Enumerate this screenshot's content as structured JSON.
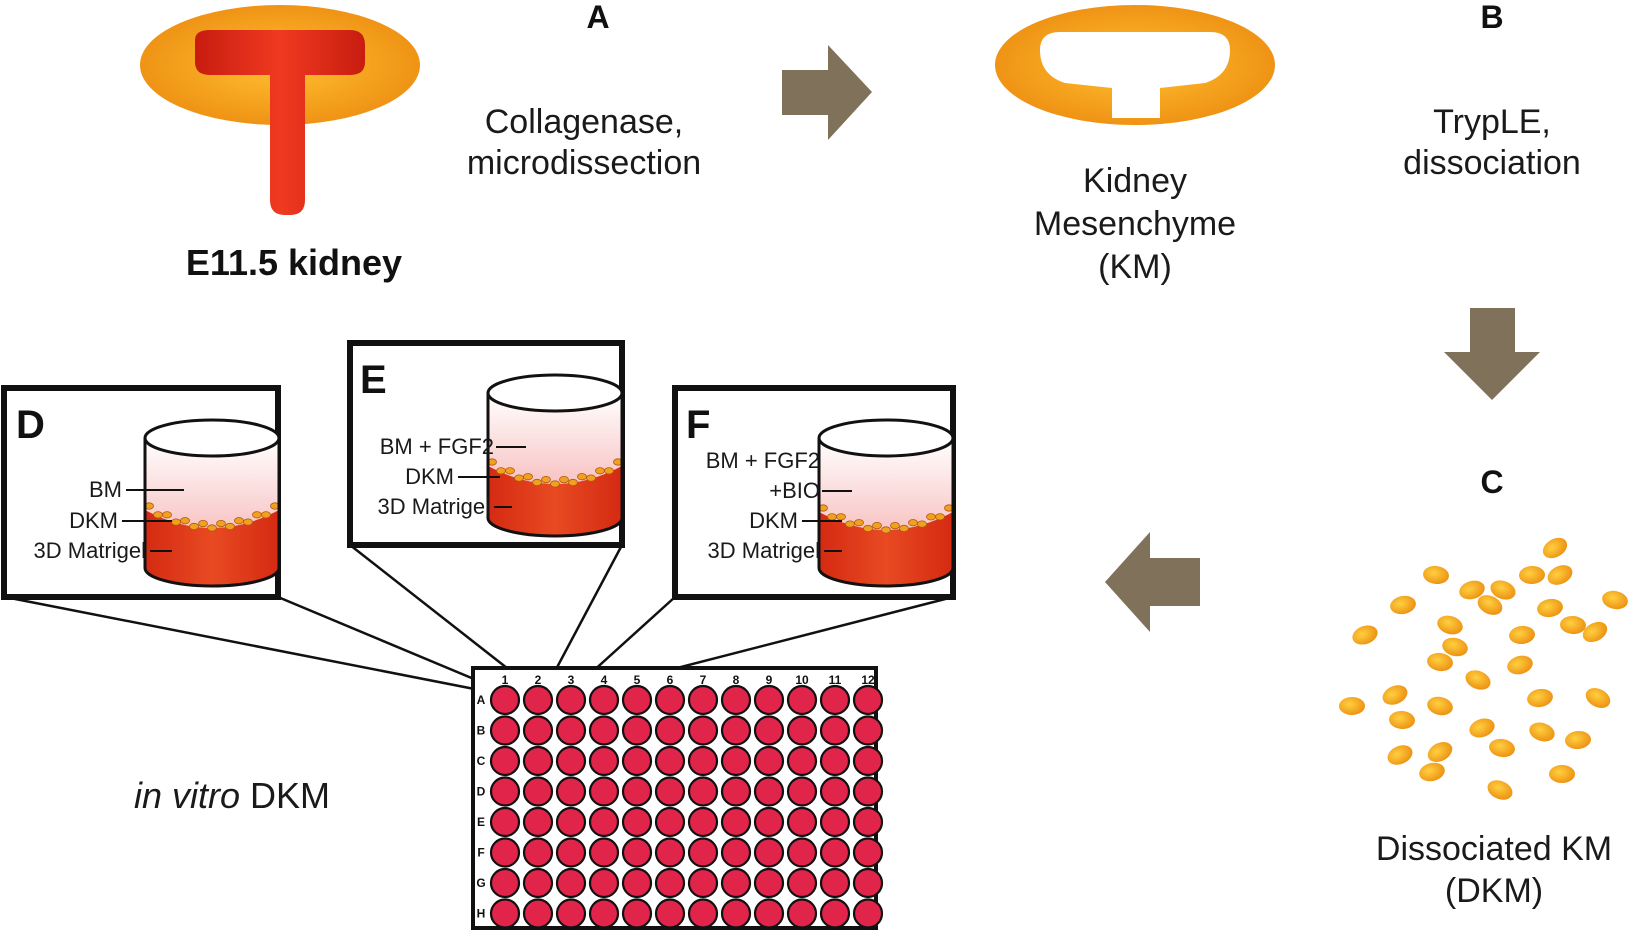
{
  "panels": {
    "A": {
      "letter": "A",
      "caption_line1": "Collagenase,",
      "caption_line2": "microdissection"
    },
    "B": {
      "letter": "B",
      "caption_line1": "TrypLE,",
      "caption_line2": "dissociation"
    },
    "C": {
      "letter": "C"
    },
    "D": {
      "letter": "D",
      "labels": [
        "BM",
        "DKM",
        "3D Matrigel"
      ]
    },
    "E": {
      "letter": "E",
      "labels": [
        "BM + FGF2",
        "DKM",
        "3D Matrigel"
      ]
    },
    "F": {
      "letter": "F",
      "labels": [
        "BM + FGF2",
        "+BIO",
        "DKM",
        "3D Matrigel"
      ]
    }
  },
  "kidney": {
    "label": "E11.5 kidney"
  },
  "km": {
    "line1": "Kidney",
    "line2": "Mesenchyme",
    "line3": "(KM)"
  },
  "dkm": {
    "line1": "Dissociated KM",
    "line2": "(DKM)"
  },
  "invitro": {
    "italic": "in vitro",
    "rest": " DKM"
  },
  "plate": {
    "columns": [
      "1",
      "2",
      "3",
      "4",
      "5",
      "6",
      "7",
      "8",
      "9",
      "10",
      "11",
      "12"
    ],
    "rows": [
      "A",
      "B",
      "C",
      "D",
      "E",
      "F",
      "G",
      "H"
    ]
  },
  "colors": {
    "orange": "#f0a020",
    "red": "#e03020",
    "arrow": "#7f715a",
    "well": "#e0244a"
  }
}
